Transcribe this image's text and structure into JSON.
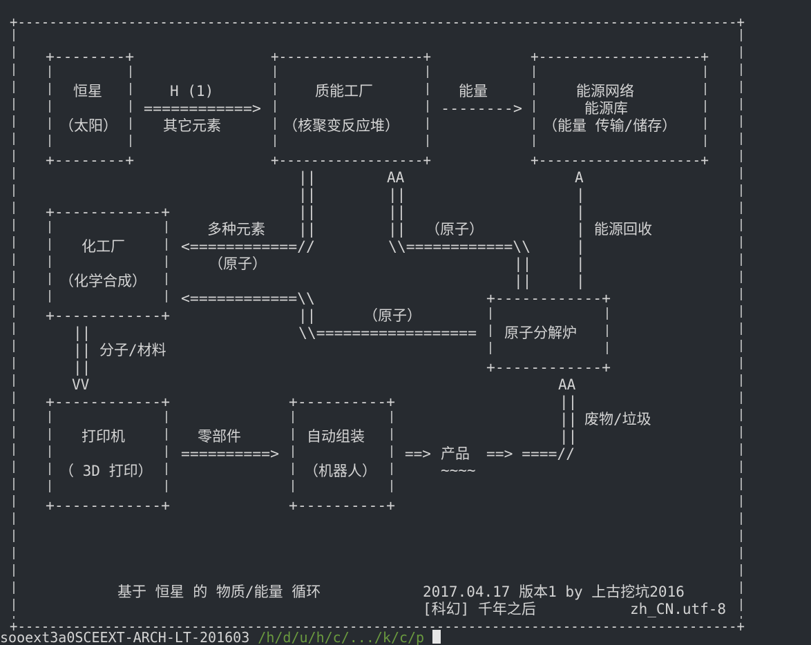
{
  "colors": {
    "background": "#272b30",
    "foreground": "#d4d4d4",
    "prompt_host": "#d4d4d4",
    "prompt_path": "#6a9a3f",
    "cursor": "#e6e6e6"
  },
  "diagram": {
    "border": {
      "top": "+-------------------------------------------------------------------------------------------+",
      "bottom": "+-------------------------------------------------------------------------------------------+",
      "side": "|"
    },
    "boxes": {
      "star": {
        "title": "恒星",
        "subtitle": "（太阳）"
      },
      "fusion_plant": {
        "title": "质能工厂",
        "subtitle": "（核聚变反应堆）"
      },
      "energy_grid": {
        "title": "能源网络",
        "title2": "能源库",
        "subtitle": "（能量 传输/储存）"
      },
      "chem_plant": {
        "title": "化工厂",
        "subtitle": "（化学合成）"
      },
      "decomposer": {
        "title": "原子分解炉"
      },
      "printer": {
        "title": "打印机",
        "subtitle": "（ 3D 打印）"
      },
      "assembly": {
        "title": "自动组装",
        "subtitle": "（机器人）"
      }
    },
    "labels": {
      "h1": "H (1)",
      "other_elements": "其它元素",
      "energy": "能量",
      "many_elements": "多种元素",
      "atoms_1": "（原子）",
      "atoms_2": "（原子）",
      "atoms_3": "（原子）",
      "energy_recycle": "能源回收",
      "molecules_materials": "分子/材料",
      "parts": "零部件",
      "product": "产品",
      "product_tilde": "~~~~",
      "waste": "废物/垃圾"
    },
    "arrows": {
      "star_to_fusion": "============>",
      "fusion_to_grid": "-------->",
      "fusion_down_1": "||",
      "fusion_down_2": "||",
      "fusion_down_3": "||",
      "fusion_down_4": "||",
      "fusion_to_chem": "<============//",
      "fusion_up_head": "AA",
      "fusion_up_1": "||",
      "fusion_up_2": "||",
      "fusion_up_3": "||",
      "decomp_to_fusion": "\\\\============\\\\",
      "decomp_up_1": "||",
      "decomp_up_2": "||",
      "grid_up_head": "A",
      "grid_line_1": "|",
      "grid_line_2": "|",
      "grid_line_3": "|",
      "grid_line_4": "|",
      "grid_line_5": "|",
      "grid_line_6": "|",
      "decomp_to_chem": "<============\\\\",
      "decomp_to_chem_v": "||",
      "decomp_to_chem_low": "\\\\==================",
      "chem_down_1": "||",
      "chem_down_2": "||",
      "chem_down_3": "||",
      "chem_down_head": "VV",
      "printer_to_assembly": "==========>",
      "assembly_to_product": "==>",
      "product_to_waste": "==> ====//",
      "waste_up_head": "AA",
      "waste_up_1": "||",
      "waste_up_2": "||",
      "waste_up_3": "||"
    },
    "footer": {
      "caption": "基于 恒星 的 物质/能量 循环",
      "date_version": "2017.04.17 版本1  by 上古挖坑2016",
      "scifi": "[科幻] 千年之后",
      "encoding": "zh_CN.utf-8"
    }
  },
  "prompt": {
    "host": "sooext3a0SCEEXT-ARCH-LT-201603",
    "path": "/h/d/u/h/c/.../k/c/p"
  }
}
